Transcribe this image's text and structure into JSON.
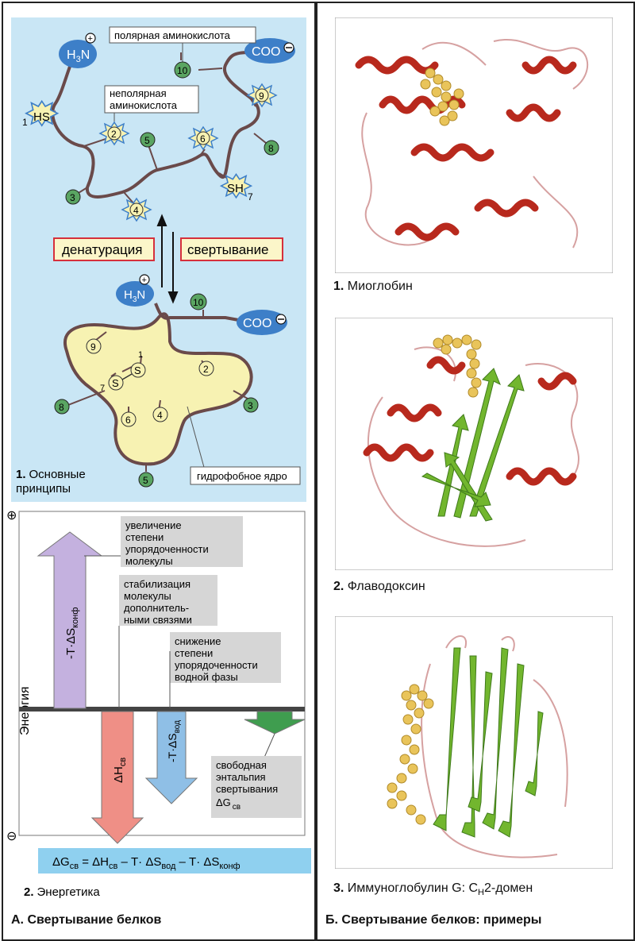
{
  "section_a": {
    "title": "А. Свертывание белков",
    "part1": {
      "caption_num": "1.",
      "caption_l1": "Основные",
      "caption_l2": "принципы",
      "polar_label": "полярная аминокислота",
      "nonpolar_l1": "неполярная",
      "nonpolar_l2": "аминокислота",
      "denat": "денатурация",
      "fold": "свертывание",
      "hydrophobic_core": "гидрофобное ядро",
      "h3n": "H",
      "h3n_sub": "3",
      "h3n_n": "N",
      "coo": "COO",
      "hs": "HS",
      "sh": "SH",
      "s": "S",
      "residues": [
        "1",
        "2",
        "3",
        "4",
        "5",
        "6",
        "7",
        "8",
        "9",
        "10"
      ]
    },
    "part2": {
      "caption_num": "2.",
      "caption": "Энергетика",
      "plus": "⊕",
      "minus": "⊖",
      "energy_axis": "Энергия",
      "box1": [
        "увеличение",
        "степени",
        "упорядоченности",
        "молекулы"
      ],
      "box2": [
        "стабилизация",
        "молекулы",
        "дополнитель-",
        "ными связями"
      ],
      "box3": [
        "снижение",
        "степени",
        "упорядоченности",
        "водной фазы"
      ],
      "box4": [
        "свободная",
        "энтальпия",
        "свертывания"
      ],
      "box4_dg": "ΔG",
      "box4_sub": "св",
      "arrow_conf": "-T·ΔS",
      "arrow_conf_sub": "конф",
      "arrow_h": "ΔH",
      "arrow_h_sub": "св",
      "arrow_vod": "-T·ΔS",
      "arrow_vod_sub": "вод",
      "formula_parts": [
        "ΔG",
        "св",
        " = ΔH",
        "св",
        " – T· ΔS",
        "вод",
        " – T· ΔS",
        "конф"
      ]
    }
  },
  "section_b": {
    "title": "Б. Свертывание белков: примеры",
    "items": [
      {
        "num": "1.",
        "label": "Миоглобин"
      },
      {
        "num": "2.",
        "label": "Флаводоксин"
      },
      {
        "num": "3.",
        "label": "Иммуноглобулин G: C",
        "sub": "H",
        "tail": "2-домен"
      }
    ]
  },
  "colors": {
    "panel_blue": "#c9e6f5",
    "core_yellow": "#f7f2b2",
    "helix_red": "#b8291d",
    "sheet_green": "#72b62e",
    "ligand_yellow": "#e9c45a",
    "purple_arrow": "#c4b1df",
    "red_arrow": "#ef8f86",
    "blue_arrow": "#8fbfe6",
    "green_arrow": "#3f9d4f",
    "label_red_border": "#d6303c",
    "label_fill": "#fbf6c9",
    "gray_box": "#d6d6d6"
  }
}
